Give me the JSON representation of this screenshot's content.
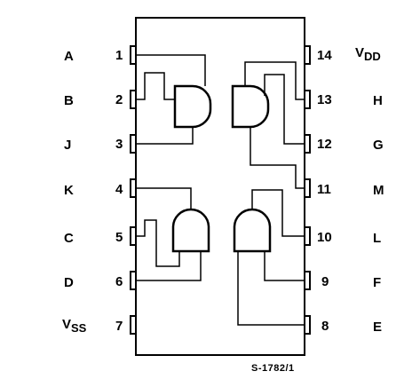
{
  "title": "",
  "reference": "S-1782/1",
  "left_pins": [
    {
      "number": "1",
      "signal": "A"
    },
    {
      "number": "2",
      "signal": "B"
    },
    {
      "number": "3",
      "signal": "J"
    },
    {
      "number": "4",
      "signal": "K"
    },
    {
      "number": "5",
      "signal": "C"
    },
    {
      "number": "6",
      "signal": "D"
    },
    {
      "number": "7",
      "signal": "V",
      "signal_sub": "SS"
    }
  ],
  "right_pins": [
    {
      "number": "14",
      "signal": "V",
      "signal_sub": "DD"
    },
    {
      "number": "13",
      "signal": "H"
    },
    {
      "number": "12",
      "signal": "G"
    },
    {
      "number": "11",
      "signal": "M"
    },
    {
      "number": "10",
      "signal": "L"
    },
    {
      "number": "9",
      "signal": "F"
    },
    {
      "number": "8",
      "signal": "E"
    }
  ],
  "gates": [
    {
      "id": "gate-1",
      "type": "AND",
      "inputs": [
        "1",
        "2"
      ],
      "output": "3"
    },
    {
      "id": "gate-2",
      "type": "AND",
      "inputs": [
        "5",
        "6"
      ],
      "output": "4"
    },
    {
      "id": "gate-3",
      "type": "AND",
      "inputs": [
        "12",
        "13"
      ],
      "output": "11"
    },
    {
      "id": "gate-4",
      "type": "AND",
      "inputs": [
        "8",
        "9"
      ],
      "output": "10"
    }
  ]
}
